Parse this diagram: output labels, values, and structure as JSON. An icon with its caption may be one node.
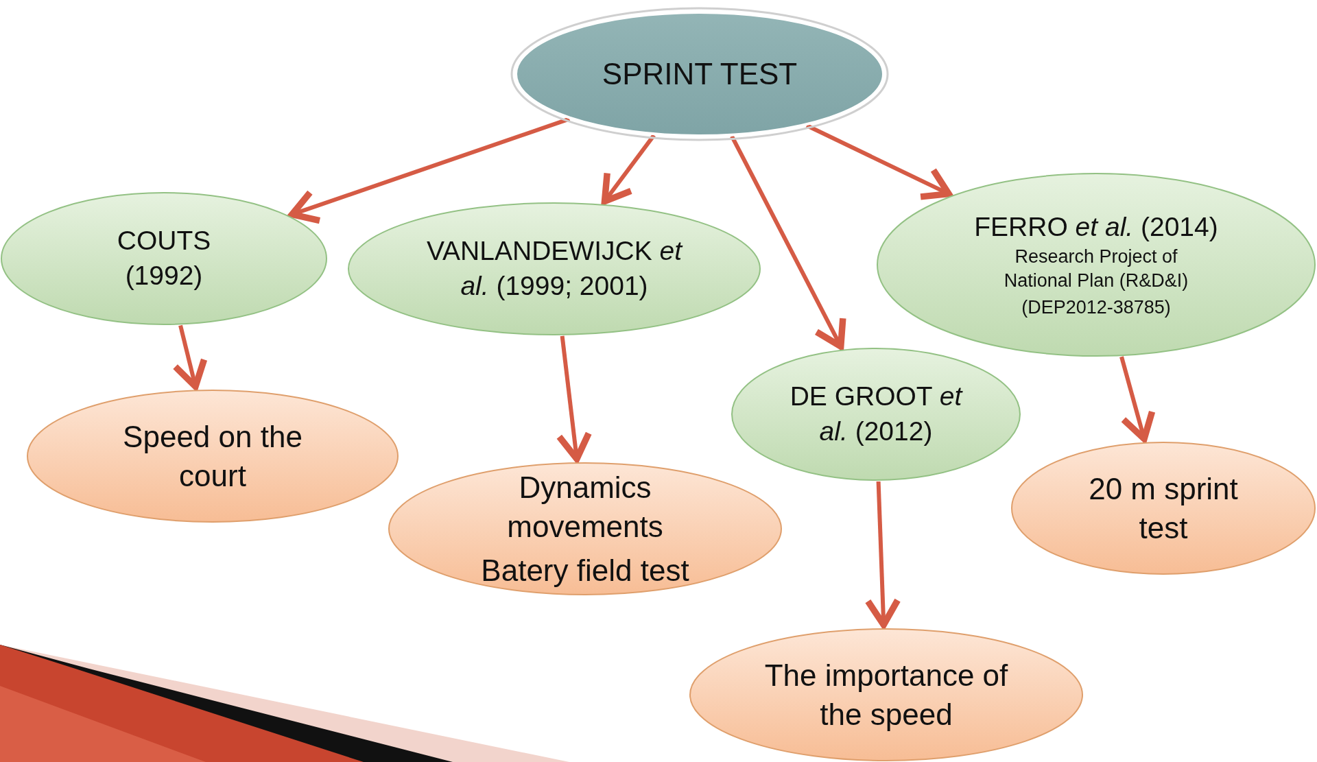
{
  "diagram": {
    "nodes": [
      {
        "text": [
          "SPRINT TEST"
        ]
      },
      {
        "text": [
          "COUTS (1992)"
        ]
      },
      {
        "text": [
          "VANLANDEWIJCK *et al.* (1999; 2001)"
        ]
      },
      {
        "text": [
          "DE GROOT *et al.* (2012)"
        ]
      },
      {
        "text": [
          "FERRO *et al.* (2014)",
          "Research Project of National Plan (R&D&I)",
          "(DEP2012-38785)"
        ]
      },
      {
        "text": [
          "Speed on the court"
        ]
      },
      {
        "text": [
          "Dynamics movements",
          "Batery field test"
        ]
      },
      {
        "text": [
          "The importance of the speed"
        ]
      },
      {
        "text": [
          "20 m sprint test"
        ]
      }
    ],
    "edges": [
      {
        "from": 0,
        "to": 1,
        "arrow": "to"
      },
      {
        "from": 0,
        "to": 2,
        "arrow": "to"
      },
      {
        "from": 0,
        "to": 3,
        "arrow": "to"
      },
      {
        "from": 0,
        "to": 4,
        "arrow": "to"
      },
      {
        "from": 1,
        "to": 5,
        "arrow": "to"
      },
      {
        "from": 2,
        "to": 6,
        "arrow": "to"
      },
      {
        "from": 3,
        "to": 7,
        "arrow": "to"
      },
      {
        "from": 4,
        "to": 8,
        "arrow": "to"
      }
    ]
  }
}
